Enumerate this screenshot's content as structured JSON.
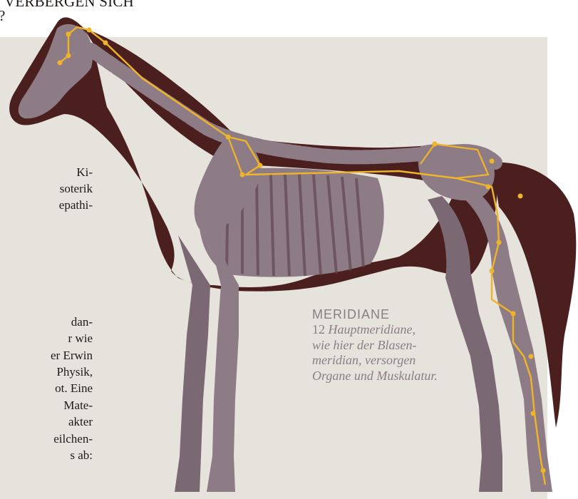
{
  "headline": {
    "line1": "VERBERGEN SICH",
    "line2": "?"
  },
  "body_text": {
    "group1": [
      "Ki-",
      "soterik",
      "epathi-"
    ],
    "group2": [
      "dan-",
      "r wie",
      "er Erwin",
      "Physik,",
      "ot. Eine",
      "Mate-",
      "akter",
      "eilchen-",
      "s ab:"
    ]
  },
  "caption": {
    "title": "MERIDIANE",
    "number": "12",
    "line1": "Hauptmeridiane,",
    "line2": "wie hier der Blasen-",
    "line3": "meridian, versorgen",
    "line4": "Organe und Muskulatur."
  },
  "colors": {
    "horse": "#4a1f1e",
    "bone": "#8d7c86",
    "meridian": "#f0b429",
    "panel": "#e6e2dc",
    "caption": "#8a7e86"
  }
}
